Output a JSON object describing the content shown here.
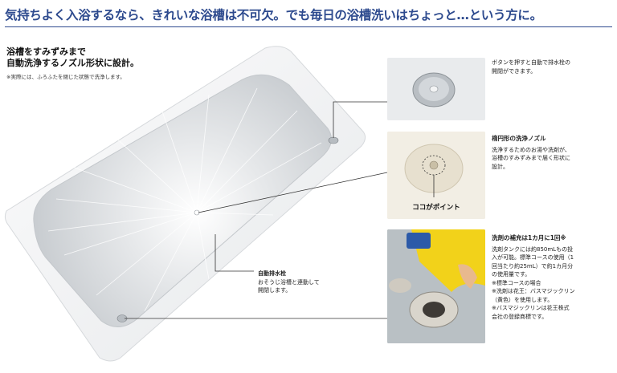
{
  "headline": "気持ちよく入浴するなら、きれいな浴槽は不可欠。でも毎日の浴槽洗いはちょっと…という方に。",
  "intro": {
    "title_line1": "浴槽をすみずみまで",
    "title_line2": "自動洗浄するノズル形状に設計。",
    "note": "※実際には、ふろふたを閉じた状態で洗浄します。"
  },
  "drain": {
    "title": "自動排水栓",
    "line1": "おそうじ浴槽と連動して",
    "line2": "開閉します。"
  },
  "photos": {
    "nozzle_label": "ココがポイント"
  },
  "details": [
    {
      "lines": [
        "ボタンを押すと自動で排水栓の",
        "開閉ができます。"
      ]
    },
    {
      "title": "楕円形の洗浄ノズル",
      "lines": [
        "洗浄するためのお湯や洗剤が、",
        "浴槽のすみずみまで届く形状に",
        "設計。"
      ]
    },
    {
      "title": "洗剤の補充は1カ月に1回※",
      "lines": [
        "洗剤タンクには約850mLもの投",
        "入が可能。標準コースの使用（1",
        "回当たり約25mL）で約1カ月分",
        "の使用量です。",
        "※標準コースの場合",
        "※洗剤は花王：バスマジックリン",
        "（黄色）を使用します。",
        "※バスマジックリンは花王株式",
        "会社の登録商標です。"
      ]
    }
  ],
  "colors": {
    "headline": "#2d4a8e",
    "tub": "#f4f5f6"
  }
}
